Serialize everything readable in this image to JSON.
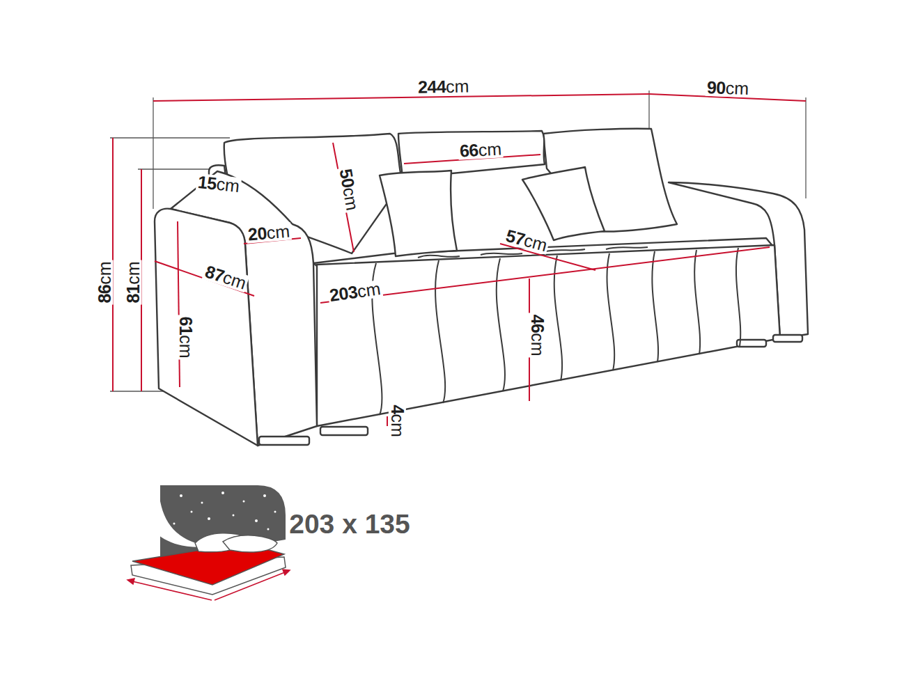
{
  "diagram": {
    "labels": [
      "244cm",
      "90cm",
      "86cm",
      "81cm",
      "15cm",
      "66cm",
      "50cm",
      "20cm",
      "87cm",
      "57cm",
      "203cm",
      "61cm",
      "46cm",
      "4cm",
      "203 x 135"
    ]
  }
}
